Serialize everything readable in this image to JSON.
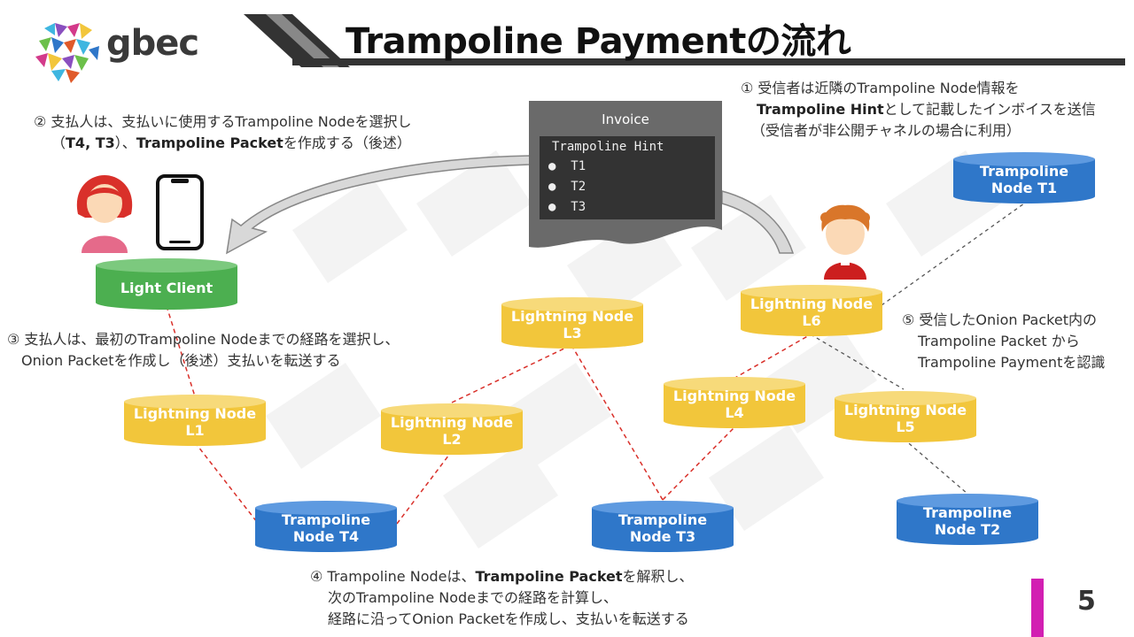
{
  "header": {
    "logo_text": "gbec",
    "title": "Trampoline Paymentの流れ"
  },
  "notes": {
    "n1": {
      "line1": "① 受信者は近隣のTrampoline Node情報を",
      "line2_bold": "Trampoline Hint",
      "line2_rest": "として記載したインボイスを送信",
      "line3": "（受信者が非公開チャネルの場合に利用）"
    },
    "n2": {
      "line1": "② 支払人は、支払いに使用するTrampoline Nodeを選択し",
      "line2_a": "（",
      "line2_bold1": "T4, T3",
      "line2_b": "）、",
      "line2_bold2": "Trampoline Packet",
      "line2_c": "を作成する（後述）"
    },
    "n3": {
      "line1": "③ 支払人は、最初のTrampoline Nodeまでの経路を選択し、",
      "line2": "Onion Packetを作成し（後述）支払いを転送する"
    },
    "n4": {
      "line1_a": "④ Trampoline Nodeは、",
      "line1_bold": "Trampoline Packet",
      "line1_b": "を解釈し、",
      "line2": "次のTrampoline Nodeまでの経路を計算し、",
      "line3": "経路に沿ってOnion Packetを作成し、支払いを転送する"
    },
    "n5": {
      "line1": "⑤ 受信したOnion Packet内の",
      "line2": "Trampoline Packet から",
      "line3": "Trampoline Paymentを認識"
    }
  },
  "invoice": {
    "title": "Invoice",
    "hint_title": "Trampoline Hint",
    "items": [
      "T1",
      "T2",
      "T3"
    ],
    "bullet": "●"
  },
  "nodes": {
    "light_client": "Light Client",
    "l1": [
      "Lightning Node",
      "L1"
    ],
    "l2": [
      "Lightning Node",
      "L2"
    ],
    "l3": [
      "Lightning Node",
      "L3"
    ],
    "l4": [
      "Lightning Node",
      "L4"
    ],
    "l5": [
      "Lightning Node",
      "L5"
    ],
    "l6": [
      "Lightning Node",
      "L6"
    ],
    "t1": [
      "Trampoline",
      "Node T1"
    ],
    "t2": [
      "Trampoline",
      "Node T2"
    ],
    "t3": [
      "Trampoline",
      "Node T3"
    ],
    "t4": [
      "Trampoline",
      "Node T4"
    ]
  },
  "colors": {
    "lightning": "#f2c63b",
    "trampoline": "#2f77c9",
    "light_client": "#4caf50",
    "accent_bar": "#d21fb2",
    "link_red": "#d9302a",
    "link_dark": "#555555"
  },
  "page_number": "5"
}
